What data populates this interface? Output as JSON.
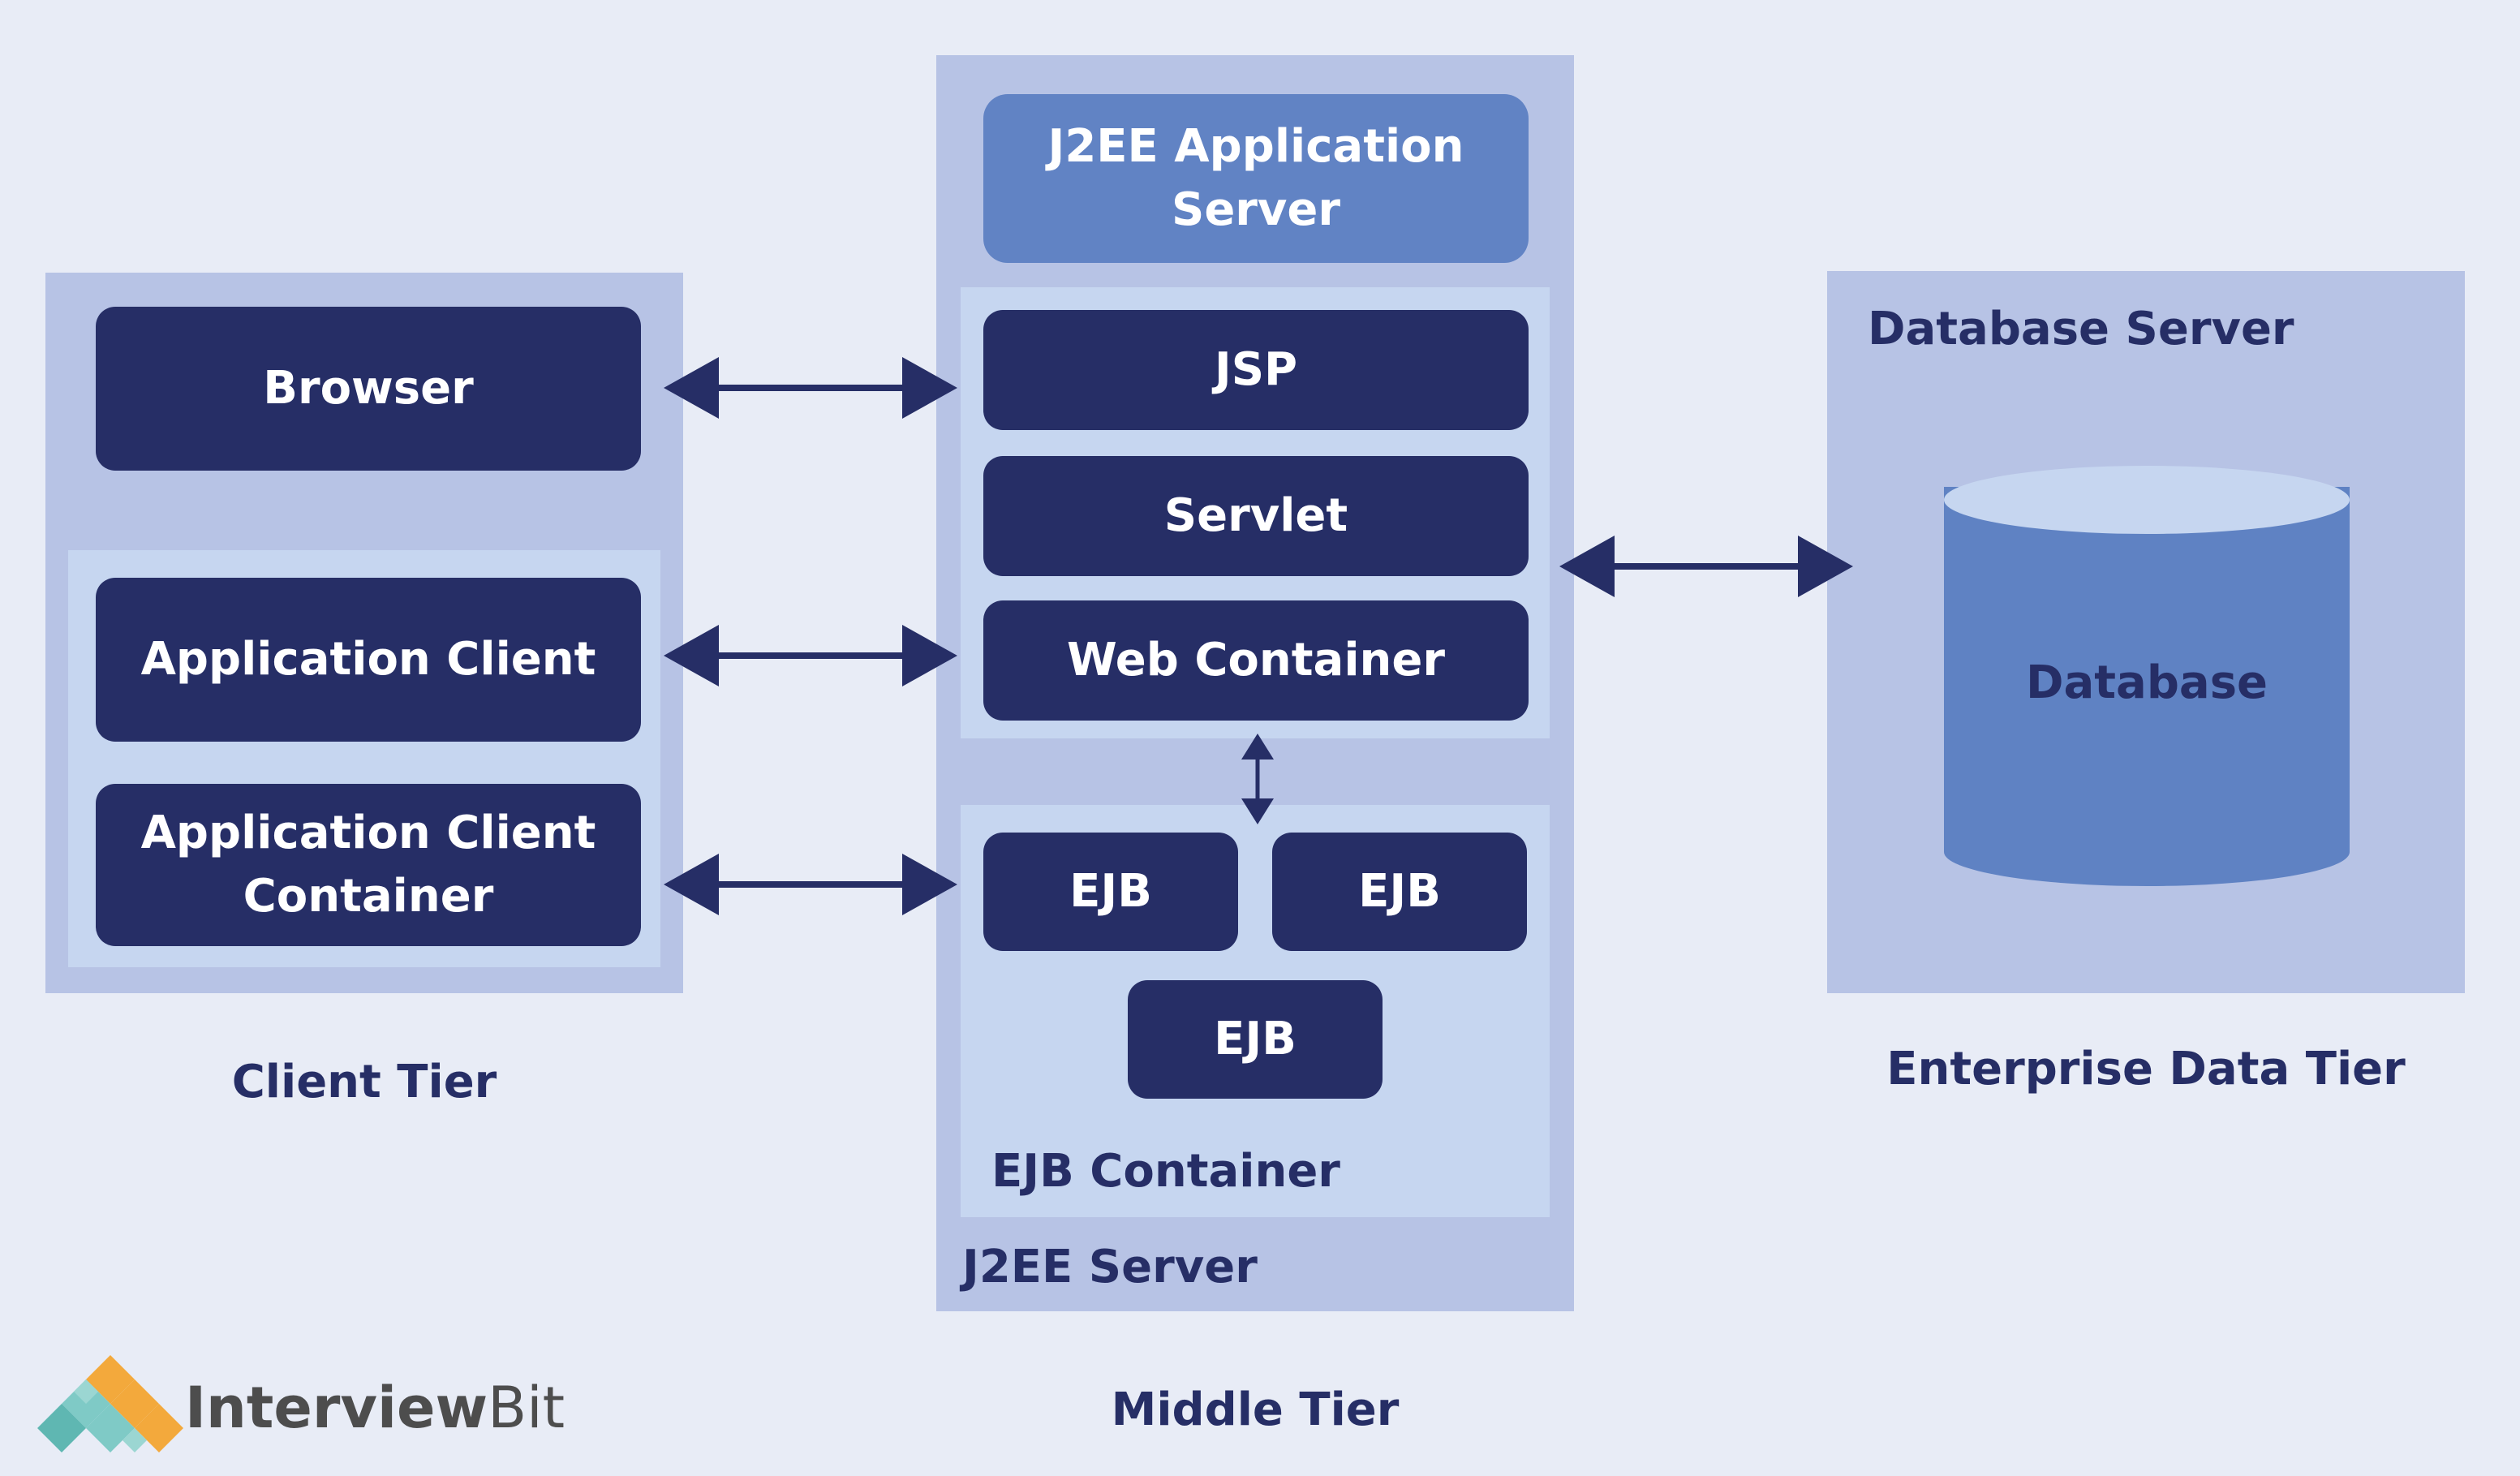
{
  "client_tier": {
    "boxes": [
      "Browser",
      "Application Client",
      "Application Client\nContainer"
    ],
    "label": "Client Tier"
  },
  "middle_tier": {
    "header": "J2EE Application\nServer",
    "web_components": [
      "JSP",
      "Servlet",
      "Web Container"
    ],
    "ejbs": [
      "EJB",
      "EJB",
      "EJB"
    ],
    "ejb_container_label": "EJB Container",
    "server_label": "J2EE Server",
    "label": "Middle Tier"
  },
  "data_tier": {
    "server_label": "Database Server",
    "database": "Database",
    "label": "Enterprise Data Tier"
  },
  "logo": {
    "text_part1": "Interview",
    "text_part2": "Bit"
  },
  "colors": {
    "background": "#e8ecf6",
    "panel_outer": "#b7c3e5",
    "panel_inner": "#c6d6f0",
    "dark_box": "#262e66",
    "header_box": "#6183c4",
    "database_body": "#5f82c3",
    "database_top": "#c6d6f0"
  }
}
